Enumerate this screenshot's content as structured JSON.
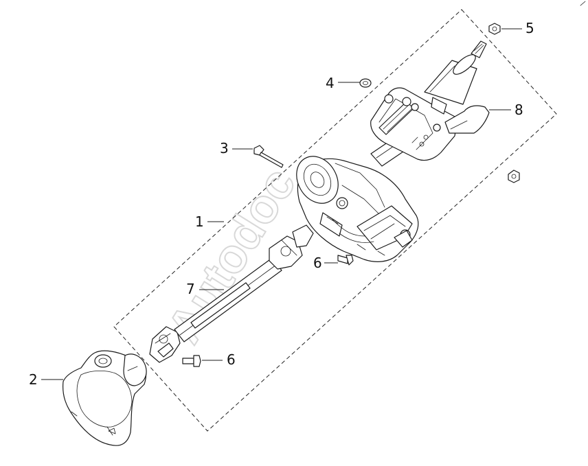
{
  "callouts": {
    "c1": "1",
    "c2": "2",
    "c3": "3",
    "c4": "4",
    "c5": "5",
    "c6a": "6",
    "c6b": "6",
    "c7": "7",
    "c8": "8"
  },
  "watermark": "Autodoc"
}
